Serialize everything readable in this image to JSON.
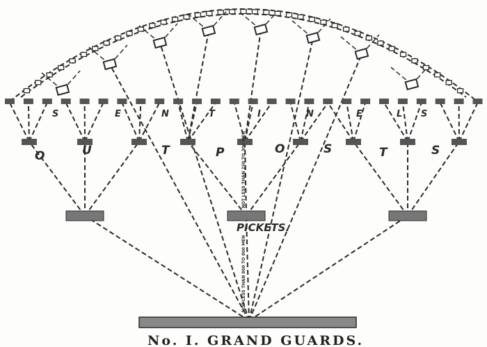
{
  "labels": {
    "sentinels": [
      "S",
      "E",
      "N",
      "T",
      "I",
      "N",
      "E",
      "L",
      "S"
    ],
    "outposts": [
      "O",
      "U",
      "T",
      "P",
      "O",
      "S",
      "T",
      "S"
    ],
    "pickets": "PICKETS.",
    "grand_guards": "No. I. GRAND GUARDS.",
    "picket_strength": "NOT LESS THAN 250 TO 300 MEN",
    "grand_guard_strength": "NOT LESS THAN 800 TO 800 MEN"
  },
  "colors": {
    "ink": "#2a2a2a",
    "box": "#555555",
    "paper": "#fdfdfb"
  }
}
